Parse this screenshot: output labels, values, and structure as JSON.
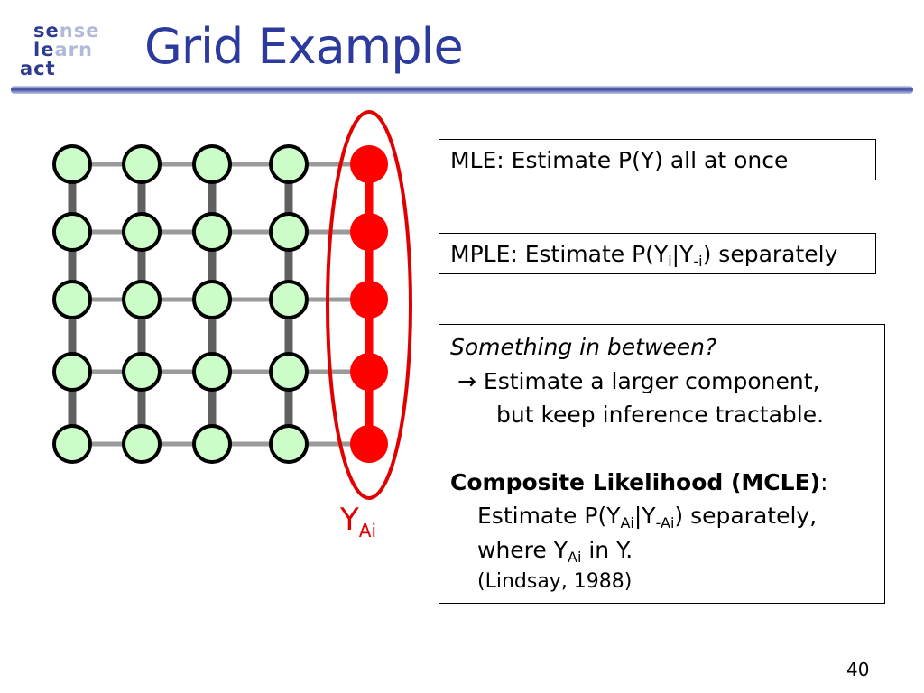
{
  "logo": {
    "line1_a": "se",
    "line1_b": "nse",
    "line2_a": "le",
    "line2_b": "arn",
    "line3_a": "act"
  },
  "title": "Grid Example",
  "box1": {
    "text": "MLE: Estimate P(Y) all at once"
  },
  "box2": {
    "prefix": "MPLE: Estimate P(Y",
    "sub1": "i",
    "mid": "|Y",
    "sub2": "-i",
    "suffix": ") separately"
  },
  "box3": {
    "question": "Something in between?",
    "arrow": "→",
    "line2": " Estimate a larger component,",
    "line3": "but keep inference tractable.",
    "heading": "Composite Likelihood (MCLE)",
    "heading_colon": ":",
    "line5_prefix": "Estimate P(Y",
    "line5_sub1": "Ai",
    "line5_mid": "|Y",
    "line5_sub2": "-Ai",
    "line5_suffix": ") separately,",
    "line6_prefix": "where Y",
    "line6_sub": "Ai",
    "line6_suffix": " in Y.",
    "citation": "(Lindsay, 1988)"
  },
  "label": {
    "main": "Y",
    "sub": "Ai"
  },
  "page_number": "40",
  "colors": {
    "title": "#2b3a9c",
    "node_green": "#ccfcc8",
    "node_red": "#ff0000",
    "edge_gray": "#606060",
    "ellipse": "#e10000"
  },
  "grid": {
    "rows": 5,
    "cols": 5,
    "highlighted_column": 5
  }
}
